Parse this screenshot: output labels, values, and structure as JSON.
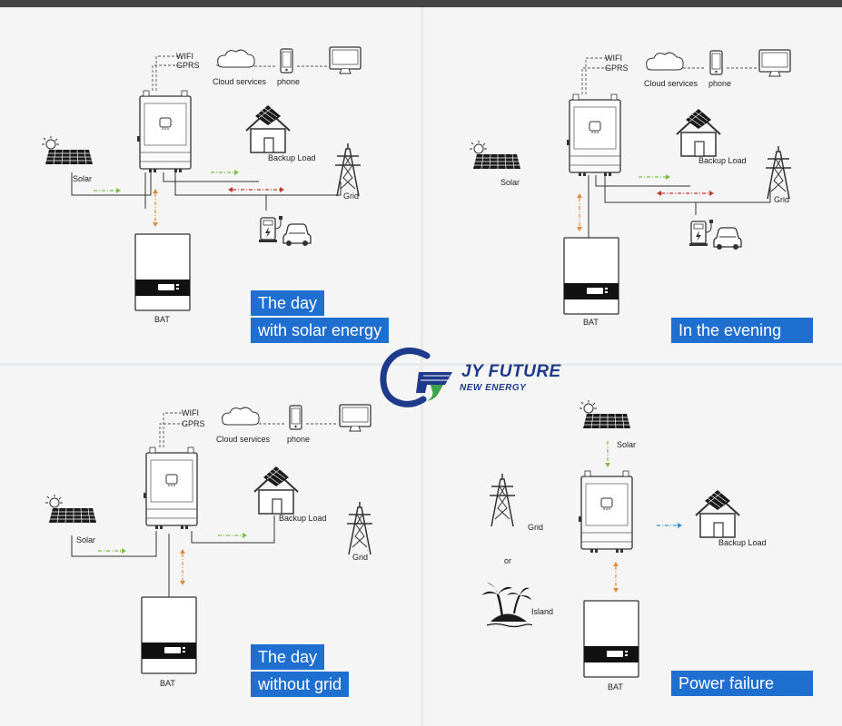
{
  "brand": {
    "name": "JY FUTURE",
    "tagline": "NEW ENERGY",
    "colors": {
      "blue": "#1e3a8a",
      "green": "#3ea34a",
      "accent": "#1f6fd1"
    }
  },
  "labels": {
    "wifi": "WIFI",
    "gprs": "GPRS",
    "cloud": "Cloud services",
    "phone": "phone",
    "solar": "Solar",
    "backup": "Backup Load",
    "grid": "Grid",
    "bat": "BAT",
    "or": "or",
    "island": "Island"
  },
  "panels": {
    "solar_day": {
      "caption_line1": "The day",
      "caption_line2": "with solar energy"
    },
    "evening": {
      "caption": "In the evening"
    },
    "no_grid": {
      "caption_line1": "The day",
      "caption_line2": "without grid"
    },
    "power_failure": {
      "caption": "Power failure"
    }
  }
}
